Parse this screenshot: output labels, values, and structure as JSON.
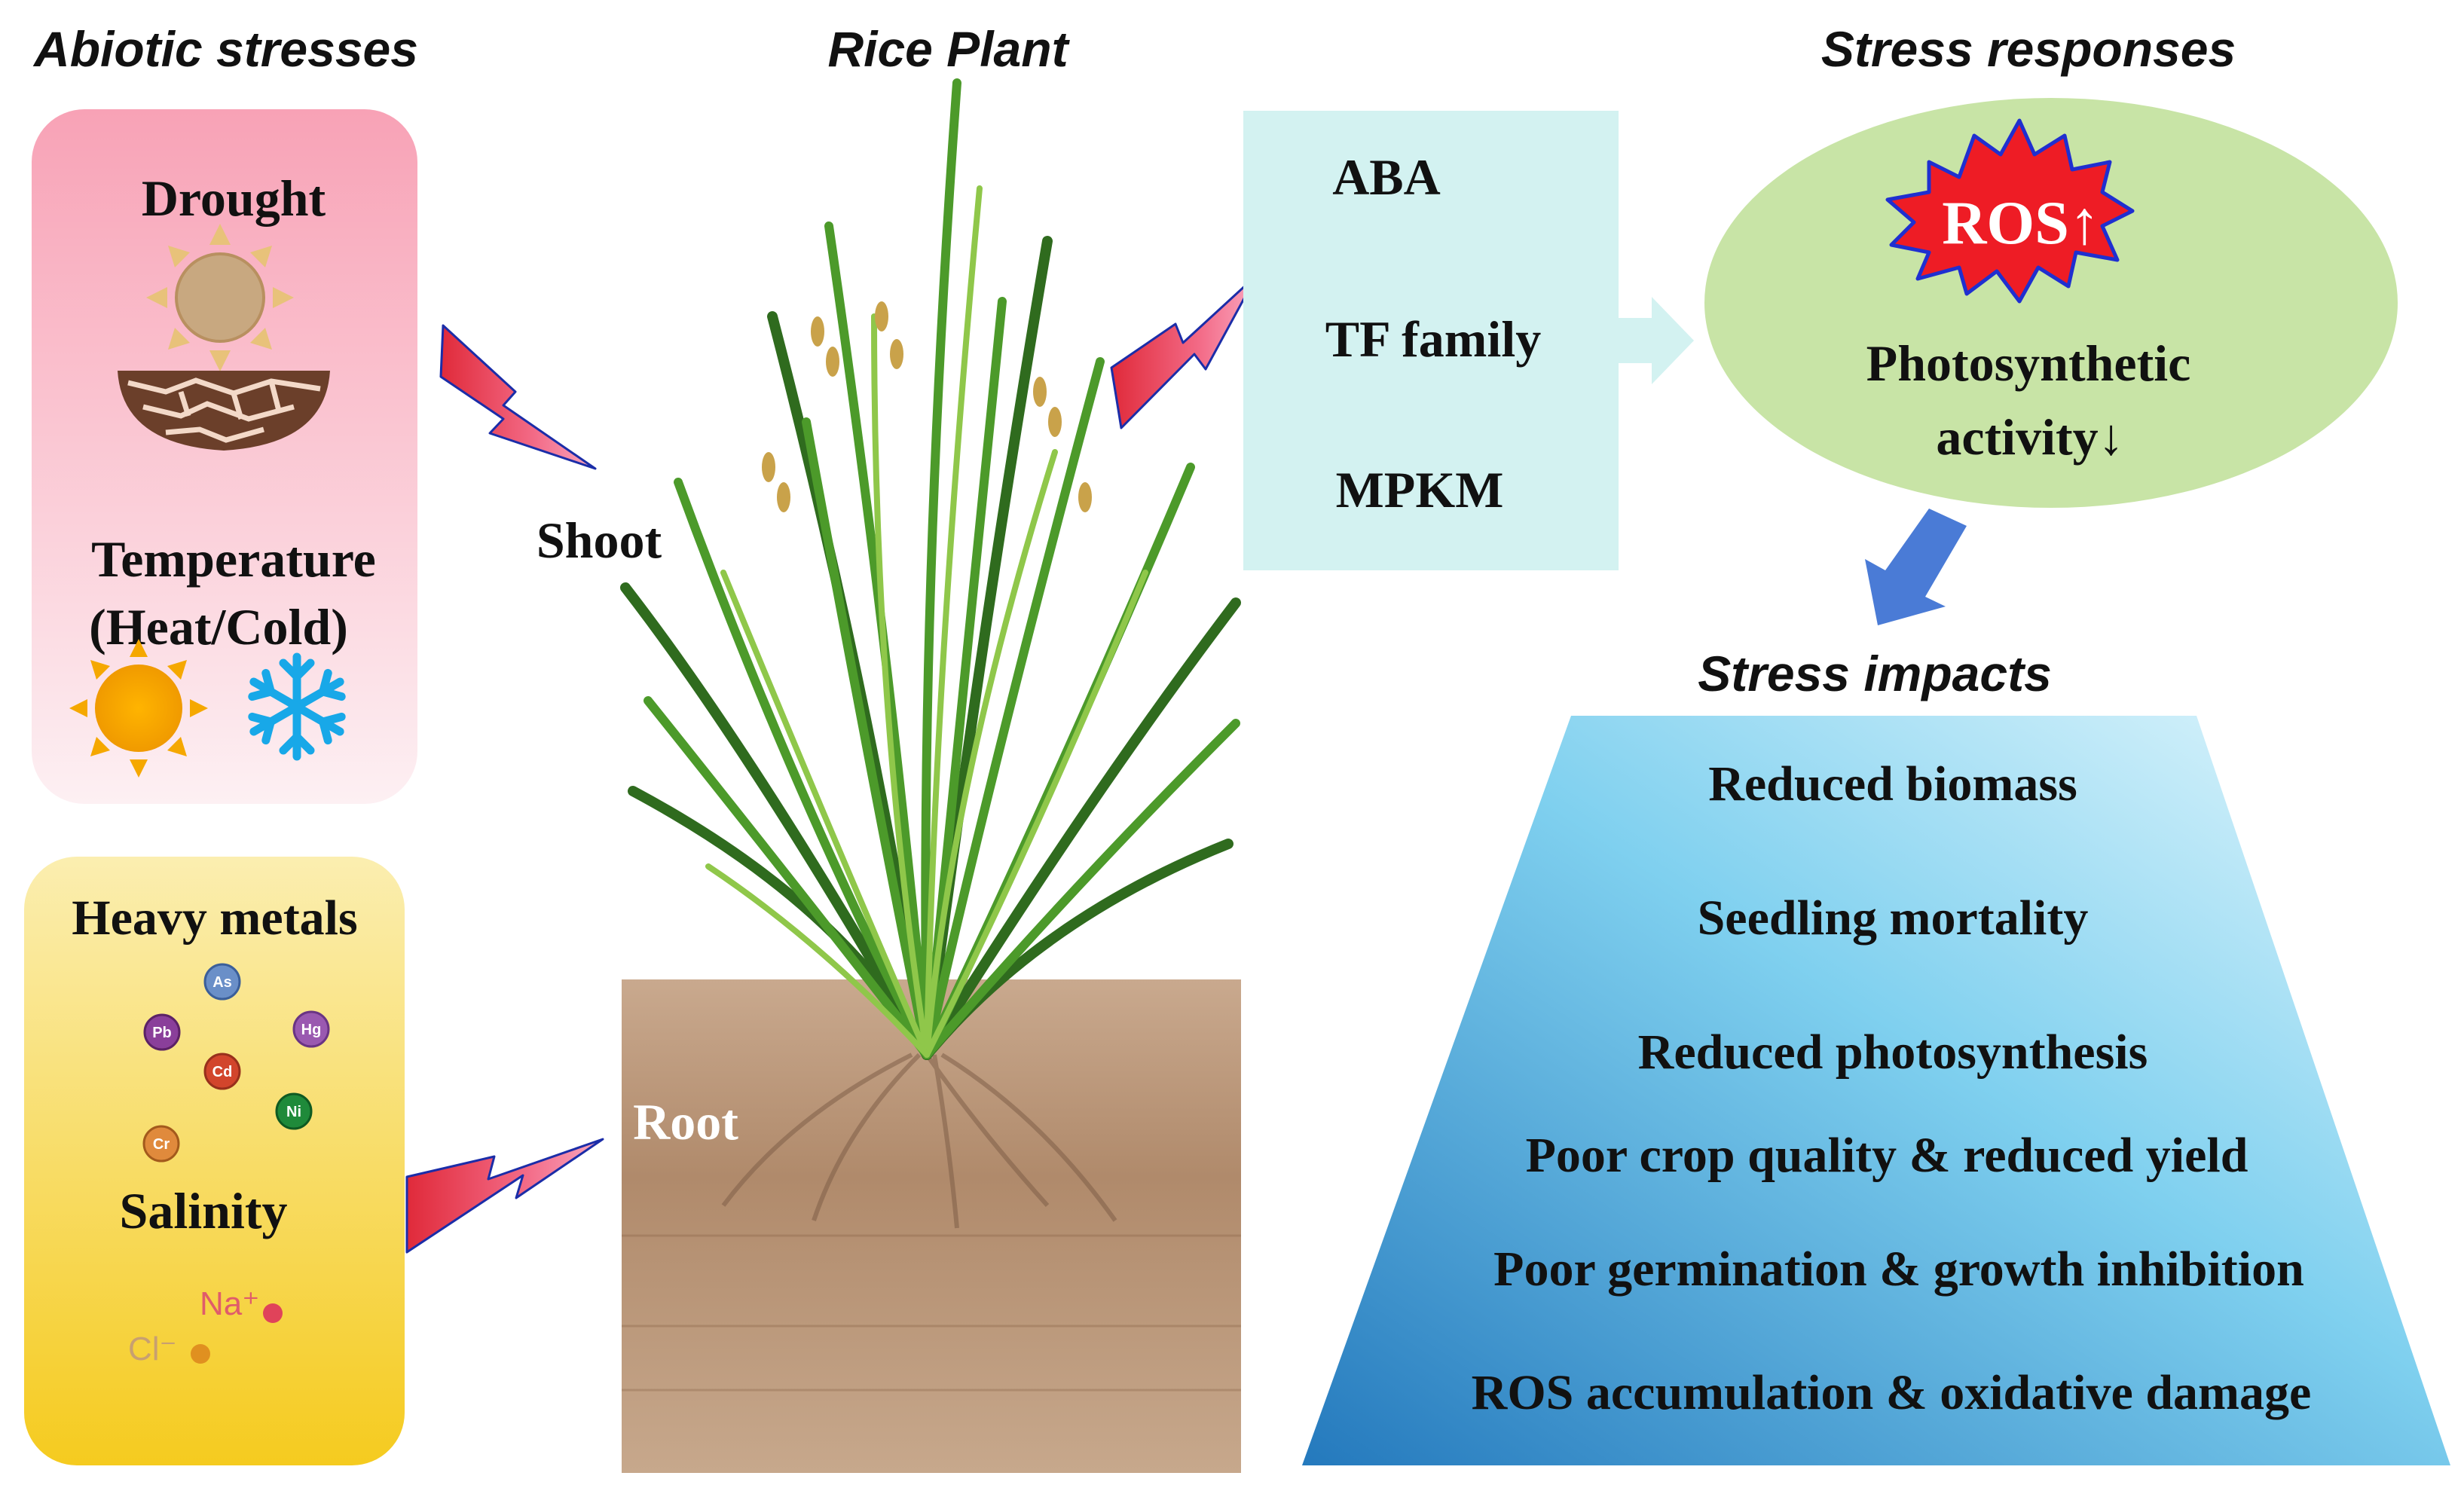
{
  "headings": {
    "abiotic": "Abiotic stresses",
    "plant": "Rice Plant",
    "responses": "Stress responses",
    "impacts": "Stress impacts"
  },
  "stress_box_top": {
    "drought": "Drought",
    "temperature_line1": "Temperature",
    "temperature_line2": "(Heat/Cold)"
  },
  "stress_box_bottom": {
    "heavy_metals": "Heavy metals",
    "metals": [
      "As",
      "Pb",
      "Hg",
      "Cd",
      "Ni",
      "Cr"
    ],
    "salinity": "Salinity",
    "na_ion": "Na⁺",
    "cl_ion": "Cl⁻"
  },
  "plant_labels": {
    "shoot": "Shoot",
    "root": "Root"
  },
  "signaling": [
    "ABA",
    "TF family",
    "MPKM"
  ],
  "responses": {
    "ros": "ROS↑",
    "photo_line1": "Photosynthetic",
    "photo_line2": "activity↓"
  },
  "impacts": [
    "Reduced biomass",
    "Seedling mortality",
    "Reduced photosynthesis",
    "Poor crop quality & reduced yield",
    "Poor germination & growth inhibition",
    "ROS accumulation &  oxidative damage"
  ],
  "colors": {
    "pink_top": "#f8a0b4",
    "yellow_bottom": "#f5cf2e",
    "signal_box": "#d3f2f1",
    "ellipse": "#c8e4a6",
    "ros_burst": "#ee1c25",
    "burst_outline": "#1f2fd0",
    "arrow_blue": "#4a7bd6",
    "pyramid_top": "#cdeefb",
    "pyramid_bottom": "#2a86c8"
  }
}
